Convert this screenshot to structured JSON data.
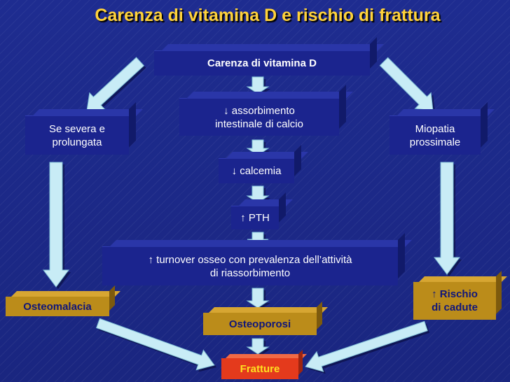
{
  "title": "Carenza di vitamina D e rischio di frattura",
  "nodes": {
    "carenza": "Carenza di vitamina D",
    "assorbimento": "↓ assorbimento\nintestinale di calcio",
    "calcemia": "↓ calcemia",
    "pth": "↑ PTH",
    "turnover": "↑ turnover osseo con prevalenza dell’attività\ndi riassorbimento",
    "severa": "Se severa e\nprolungata",
    "miopatia": "Miopatia\nprossimale",
    "osteomalacia": "Osteomalacia",
    "osteoporosi": "Osteoporosi",
    "rischio": "↑ Rischio\ndi cadute",
    "fratture": "Fratture"
  },
  "colors": {
    "background": "#1c2a8c",
    "title": "#ffd23a",
    "arrow": "#c8ecf6",
    "gold_box": "#bb8c1a",
    "red_box": "#e43a1c",
    "red_text": "#ffe020"
  }
}
